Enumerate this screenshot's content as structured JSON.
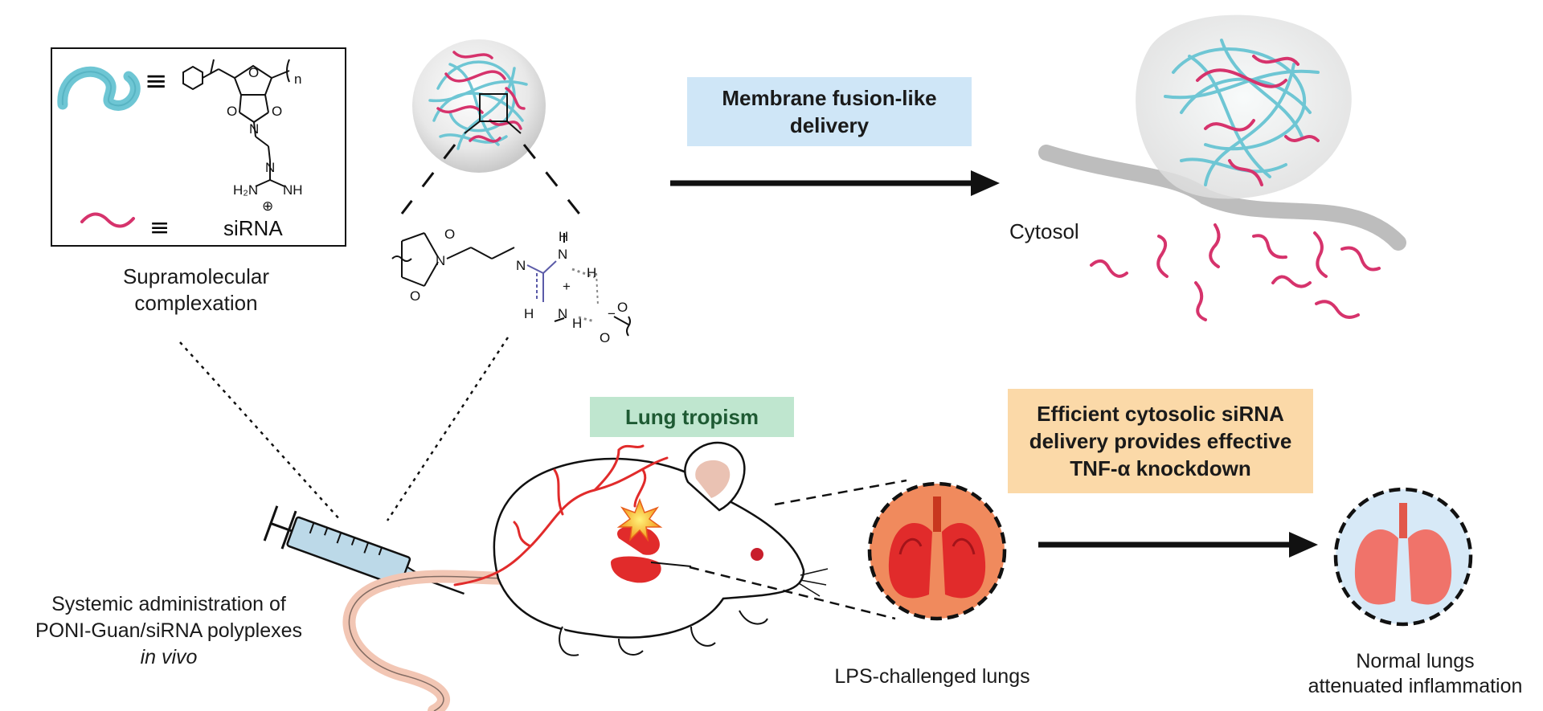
{
  "legend": {
    "polymer_equiv": "≡",
    "sirna_equiv": "≡",
    "sirna_label": "siRNA",
    "repeat_subscript": "n"
  },
  "labels": {
    "supramolecular_line1": "Supramolecular",
    "supramolecular_line2": "complexation",
    "cytosol": "Cytosol",
    "systemic_line1": "Systemic administration of",
    "systemic_line2": "PONI-Guan/siRNA polyplexes",
    "systemic_line3": "in vivo",
    "lps_lungs": "LPS-challenged lungs",
    "normal_line1": "Normal lungs",
    "normal_line2": "attenuated inflammation"
  },
  "boxes": {
    "membrane_line1": "Membrane fusion-like",
    "membrane_line2": "delivery",
    "lung_tropism": "Lung tropism",
    "efficient_line1": "Efficient cytosolic siRNA",
    "efficient_line2": "delivery provides effective",
    "efficient_line3": "TNF-α knockdown"
  },
  "chem_atoms": {
    "O": "O",
    "N": "N",
    "H": "H",
    "NH": "NH",
    "H2N": "H₂N",
    "plus": "⊕",
    "plus_small": "+",
    "minus": "−"
  },
  "colors": {
    "polymer": "#6ec6d4",
    "sirna": "#d6336c",
    "membrane_box": "#cfe6f7",
    "tropism_box": "#bfe6cf",
    "tropism_text": "#1e5a33",
    "efficient_box": "#fbd9a8",
    "inflamed_bg": "#f08a5d",
    "normal_bg": "#d7e9f7",
    "lung_red": "#e12b2b",
    "lung_soft": "#f0736a"
  }
}
